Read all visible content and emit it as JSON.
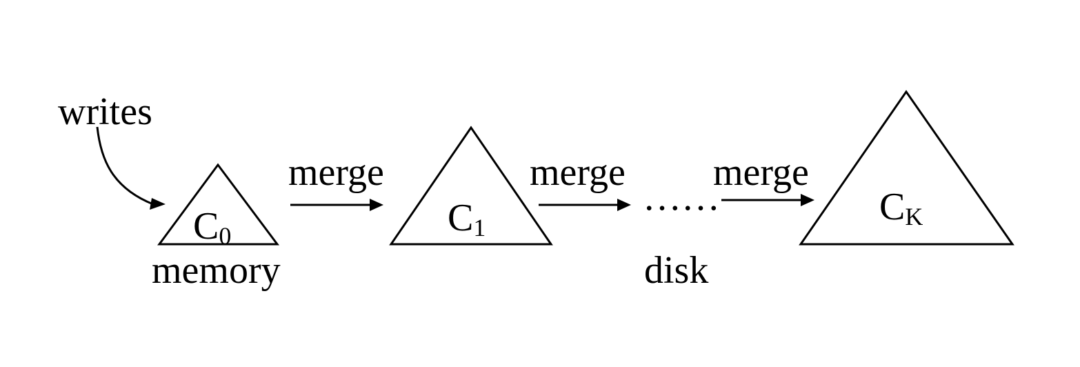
{
  "labels": {
    "writes": "writes",
    "memory": "memory",
    "disk": "disk",
    "ellipsis": "……",
    "merge_1": "merge",
    "merge_2": "merge",
    "merge_3": "merge"
  },
  "components": [
    {
      "base": "C",
      "sub": "0"
    },
    {
      "base": "C",
      "sub": "1"
    },
    {
      "base": "C",
      "sub": "K"
    }
  ],
  "colors": {
    "stroke": "#000000",
    "background": "#ffffff"
  }
}
